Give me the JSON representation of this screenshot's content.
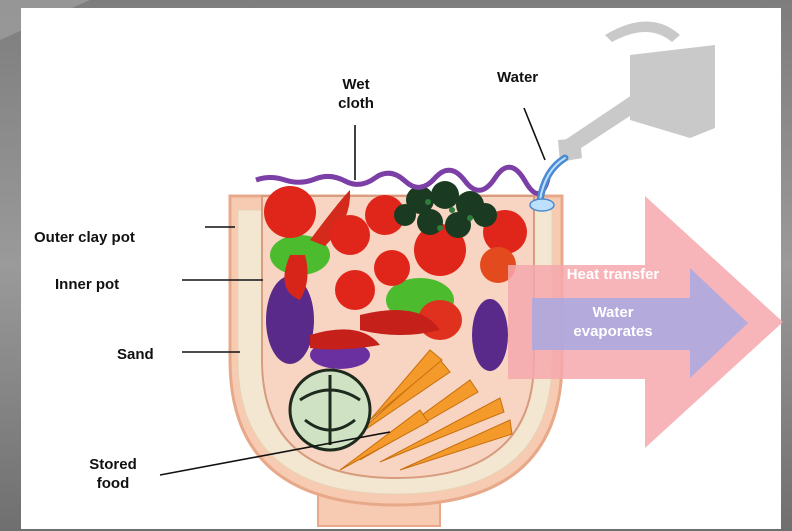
{
  "labels": {
    "wet_cloth": "Wet\ncloth",
    "water": "Water",
    "outer_clay_pot": "Outer clay pot",
    "inner_pot": "Inner pot",
    "sand": "Sand",
    "stored_food": "Stored\nfood",
    "heat_transfer": "Heat transfer",
    "water_evaporates": "Water\nevaporates"
  },
  "colors": {
    "outer_pot": "#f7cbb2",
    "outer_pot_stroke": "#e8a98a",
    "sand": "#f3e7d2",
    "wet_cloth": "#7b3fa6",
    "heat_arrow": "#f6a8ad",
    "evap_arrow": "#a8a8e0",
    "watering_can": "#c9c9c9",
    "water_stream": "#4a8ad0"
  }
}
